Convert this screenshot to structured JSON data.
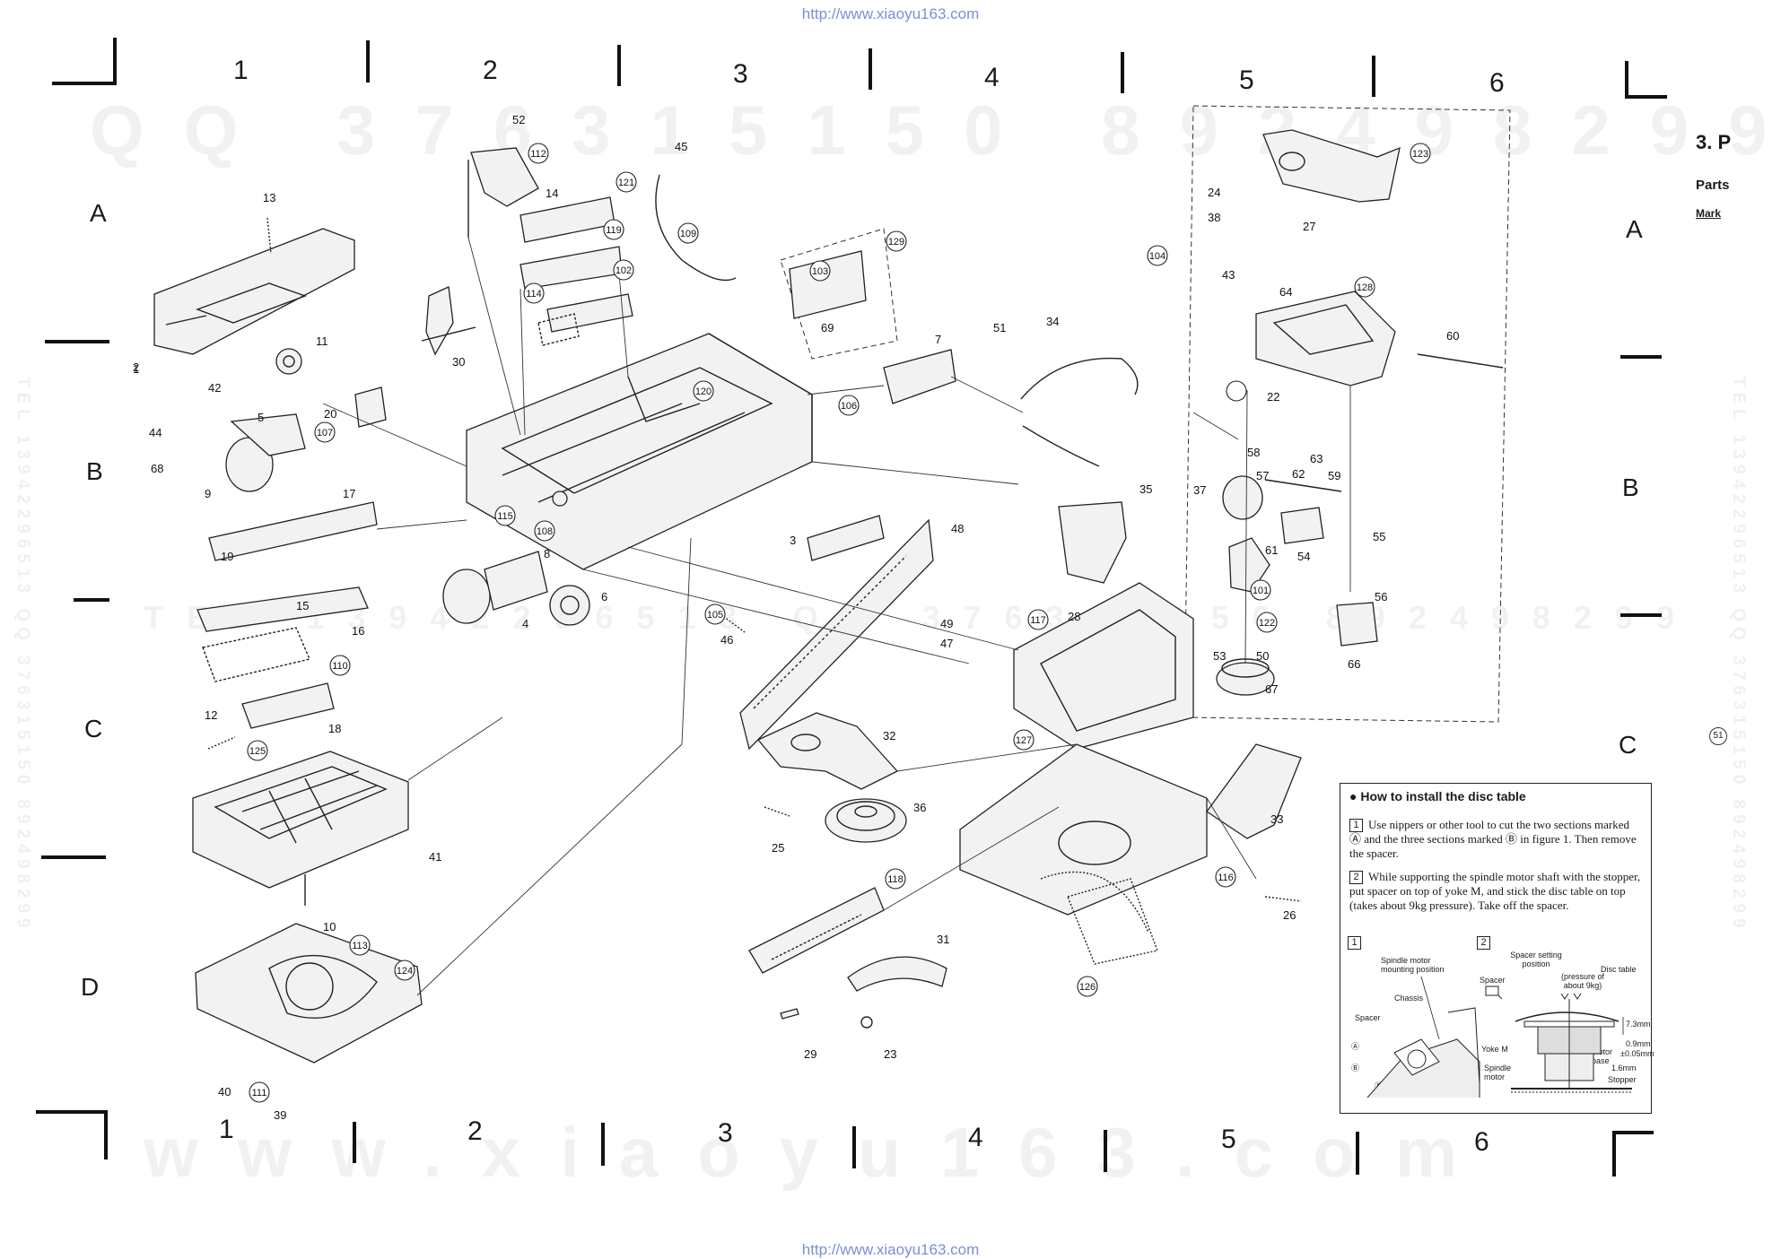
{
  "urls": {
    "top": "http://www.xiaoyu163.com",
    "bottom": "http://www.xiaoyu163.com"
  },
  "watermarks": {
    "top": "QQ 376315150  892498299",
    "mid": "TEL 13942296513  QQ 376315150  892498299",
    "bottom": "www.xiaoyu163.com",
    "side_left": "TEL 13942296513 QQ 376315150 892498299",
    "side_right": "TEL 13942296513 QQ 376315150 892498299"
  },
  "grid_columns_top": [
    "1",
    "2",
    "3",
    "4",
    "5",
    "6"
  ],
  "grid_columns_bottom": [
    "1",
    "2",
    "3",
    "4",
    "5",
    "6"
  ],
  "grid_rows_left": [
    "A",
    "B",
    "C",
    "D"
  ],
  "grid_rows_right": [
    "A",
    "B",
    "C"
  ],
  "section": {
    "heading": "3. P",
    "sub1": "Parts",
    "sub2": "Mark"
  },
  "edge_marker": "51",
  "part_labels": [
    "1",
    "2",
    "3",
    "4",
    "5",
    "6",
    "7",
    "8",
    "9",
    "10",
    "11",
    "12",
    "13",
    "14",
    "15",
    "16",
    "17",
    "18",
    "19",
    "20",
    "22",
    "23",
    "24",
    "25",
    "26",
    "27",
    "28",
    "29",
    "30",
    "31",
    "32",
    "33",
    "34",
    "35",
    "36",
    "37",
    "38",
    "39",
    "40",
    "41",
    "42",
    "43",
    "44",
    "45",
    "46",
    "47",
    "48",
    "49",
    "50",
    "51",
    "52",
    "53",
    "54",
    "55",
    "56",
    "57",
    "58",
    "59",
    "60",
    "61",
    "62",
    "63",
    "64",
    "66",
    "67",
    "68",
    "69"
  ],
  "circled_labels": [
    "101",
    "102",
    "103",
    "104",
    "105",
    "106",
    "107",
    "108",
    "109",
    "110",
    "111",
    "112",
    "113",
    "114",
    "115",
    "116",
    "117",
    "118",
    "119",
    "120",
    "121",
    "122",
    "123",
    "124",
    "125",
    "126",
    "127",
    "128",
    "129"
  ],
  "install": {
    "title": "How to install the disc table",
    "step1_num": "1",
    "step1": "Use nippers or other tool to cut the two sections marked Ⓐ and the three sections marked Ⓑ in figure 1. Then remove the spacer.",
    "step2_num": "2",
    "step2": "While supporting the spindle motor shaft with the stopper, put spacer on top of yoke M, and stick the disc table on top (takes about 9kg pressure). Take off the spacer.",
    "fig1_num": "1",
    "fig2_num": "2",
    "fig1_labels": {
      "mount": "Spindle motor mounting position",
      "chassis": "Chassis",
      "spacer": "Spacer",
      "a": "Ⓐ",
      "b1": "Ⓑ",
      "b2": "Ⓑ"
    },
    "fig2_labels": {
      "spacer_setting": "Spacer setting position",
      "pressure": "(pressure of about 9kg)",
      "disc_table": "Disc table",
      "spacer": "Spacer",
      "yoke": "Yoke M",
      "spindle": "Spindle motor",
      "motor_base": "Motor base",
      "stopper": "Stopper",
      "dim1": "7.3mm",
      "dim2": "0.9mm",
      "dim3": "±0.05mm",
      "dim4": "1.6mm"
    }
  },
  "colors": {
    "line": "#222222",
    "url": "#7a8fd8",
    "paper": "#ffffff"
  }
}
